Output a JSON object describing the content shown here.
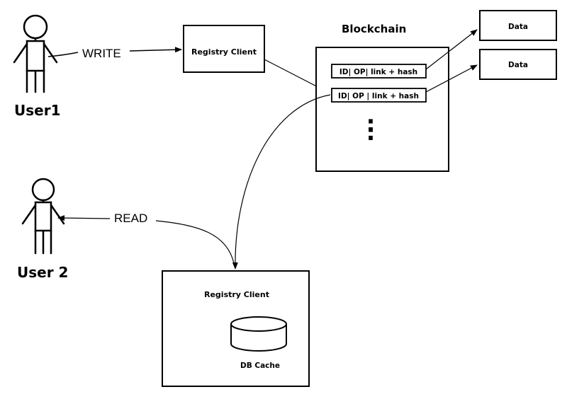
{
  "actors": {
    "user1": {
      "label": "User1"
    },
    "user2": {
      "label": "User 2"
    }
  },
  "flows": {
    "write": "WRITE",
    "read": "READ"
  },
  "blockchain": {
    "title": "Blockchain",
    "records": [
      "ID| OP| link + hash",
      "ID| OP | link + hash"
    ],
    "ellipsis": ":"
  },
  "data_boxes": [
    "Data",
    "Data"
  ],
  "registry_client_top": {
    "label": "Registry Client"
  },
  "registry_client_bottom": {
    "label": "Registry Client",
    "db_label": "DB Cache"
  }
}
